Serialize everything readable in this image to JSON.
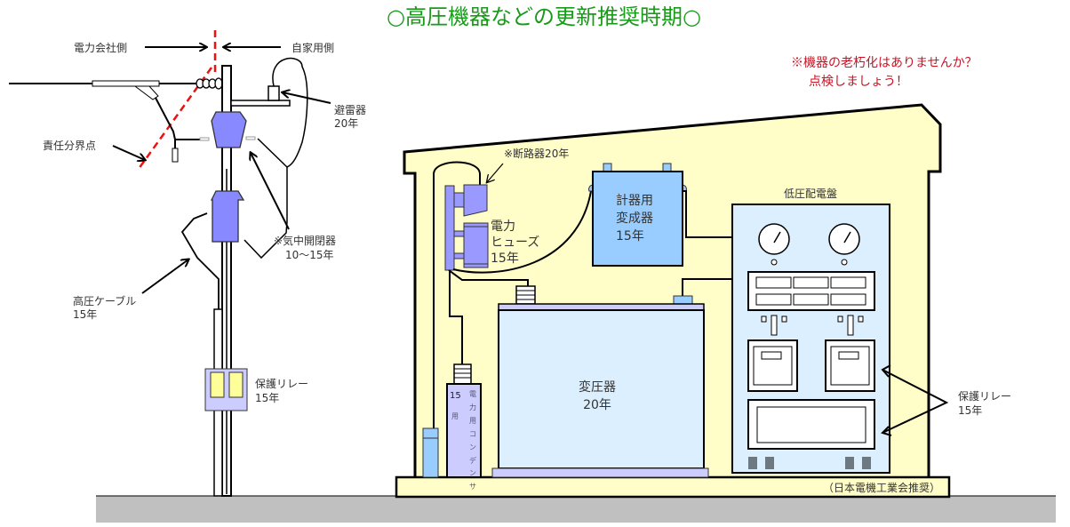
{
  "title": "○高圧機器などの更新推奨時期○",
  "notice": {
    "line1": "※機器の老朽化はありませんか？",
    "line2": "点検しましょう！"
  },
  "boundary": {
    "utility_side": "電力会社側",
    "customer_side": "自家用側",
    "demarcation_point": "責任分界点"
  },
  "pole_equipment": {
    "lightning_arrester": {
      "name": "避雷器",
      "life": "20年"
    },
    "air_switch": {
      "name": "※気中開閉器",
      "life": "10～15年"
    },
    "hv_cable": {
      "name": "高圧ケーブル",
      "life": "15年"
    },
    "protective_relay": {
      "name": "保護リレー",
      "life": "15年"
    }
  },
  "cubicle_equipment": {
    "circuit_breaker": {
      "label": "※断路器20年"
    },
    "power_fuse": {
      "name_line1": "電力",
      "name_line2": "ヒューズ",
      "life": "15年"
    },
    "instrument_transformer": {
      "name_line1": "計器用",
      "name_line2": "変成器",
      "life": "15年"
    },
    "transformer": {
      "name": "変圧器",
      "life": "20年"
    },
    "capacitor": {
      "life_num": "15",
      "life_unit": "用",
      "vertical_chars": [
        "電",
        "力",
        "用",
        "コ",
        "ン",
        "デ",
        "ン",
        "サ"
      ]
    },
    "lv_panel": {
      "name": "低圧配電盤"
    },
    "protective_relay": {
      "name": "保護リレー",
      "life": "15年"
    }
  },
  "source_note": "（日本電機工業会推奨）",
  "colors": {
    "title": "#1a9a1a",
    "notice": "#cc1122",
    "demarcation_line": "#ee1111",
    "building_fill": "#fffdc8",
    "equipment_purple": "#8888ff",
    "equipment_blue": "#99ccff",
    "light_blue": "#dcefff",
    "lavender": "#ccccff",
    "ground": "#c0c0c0"
  }
}
